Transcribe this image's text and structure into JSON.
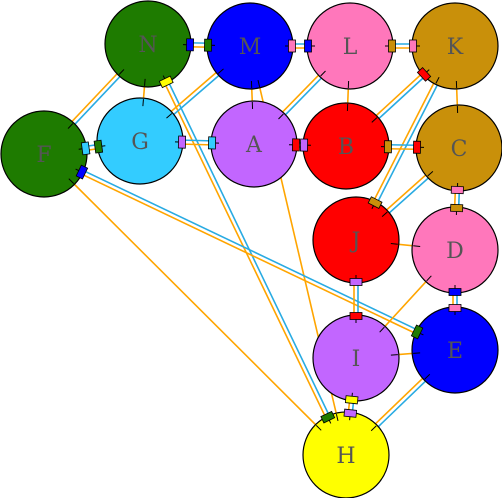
{
  "diagram": {
    "colors": {
      "edge_orange": "#FFA500",
      "edge_blue": "#29ABE2",
      "green": "#1E7B00",
      "blue": "#0000FF",
      "pink": "#FF77BB",
      "gold": "#C9900A",
      "cyan": "#33CCFF",
      "violet": "#C266FF",
      "red": "#FF0000",
      "yellow": "#FFFF00"
    },
    "nodes": [
      {
        "id": "N",
        "label": "N",
        "color": "green"
      },
      {
        "id": "M",
        "label": "M",
        "color": "blue"
      },
      {
        "id": "L",
        "label": "L",
        "color": "pink"
      },
      {
        "id": "K",
        "label": "K",
        "color": "gold"
      },
      {
        "id": "F",
        "label": "F",
        "color": "green"
      },
      {
        "id": "G",
        "label": "G",
        "color": "cyan"
      },
      {
        "id": "A",
        "label": "A",
        "color": "violet"
      },
      {
        "id": "B",
        "label": "B",
        "color": "red"
      },
      {
        "id": "C",
        "label": "C",
        "color": "gold"
      },
      {
        "id": "J",
        "label": "J",
        "color": "red"
      },
      {
        "id": "D",
        "label": "D",
        "color": "pink"
      },
      {
        "id": "I",
        "label": "I",
        "color": "violet"
      },
      {
        "id": "E",
        "label": "E",
        "color": "blue"
      },
      {
        "id": "H",
        "label": "H",
        "color": "yellow"
      }
    ],
    "edges": [
      {
        "from": "N",
        "to": "M",
        "style": "double"
      },
      {
        "from": "M",
        "to": "L",
        "style": "double"
      },
      {
        "from": "L",
        "to": "K",
        "style": "double"
      },
      {
        "from": "N",
        "to": "F",
        "style": "double"
      },
      {
        "from": "N",
        "to": "G",
        "style": "single"
      },
      {
        "from": "N",
        "to": "H",
        "style": "double"
      },
      {
        "from": "M",
        "to": "G",
        "style": "double"
      },
      {
        "from": "M",
        "to": "A",
        "style": "single"
      },
      {
        "from": "M",
        "to": "H",
        "style": "single"
      },
      {
        "from": "L",
        "to": "A",
        "style": "double"
      },
      {
        "from": "L",
        "to": "B",
        "style": "single"
      },
      {
        "from": "K",
        "to": "B",
        "style": "double"
      },
      {
        "from": "K",
        "to": "C",
        "style": "single"
      },
      {
        "from": "K",
        "to": "J",
        "style": "double"
      },
      {
        "from": "F",
        "to": "G",
        "style": "double"
      },
      {
        "from": "F",
        "to": "E",
        "style": "double"
      },
      {
        "from": "F",
        "to": "H",
        "style": "single"
      },
      {
        "from": "G",
        "to": "A",
        "style": "double"
      },
      {
        "from": "A",
        "to": "B",
        "style": "double"
      },
      {
        "from": "B",
        "to": "C",
        "style": "double"
      },
      {
        "from": "C",
        "to": "J",
        "style": "double"
      },
      {
        "from": "C",
        "to": "D",
        "style": "double"
      },
      {
        "from": "J",
        "to": "D",
        "style": "single"
      },
      {
        "from": "J",
        "to": "I",
        "style": "double"
      },
      {
        "from": "D",
        "to": "I",
        "style": "single"
      },
      {
        "from": "D",
        "to": "E",
        "style": "double"
      },
      {
        "from": "I",
        "to": "E",
        "style": "single"
      },
      {
        "from": "I",
        "to": "H",
        "style": "double"
      },
      {
        "from": "E",
        "to": "H",
        "style": "double"
      }
    ],
    "ports": [
      {
        "node": "N",
        "toward": "M",
        "color": "blue"
      },
      {
        "node": "M",
        "toward": "N",
        "color": "green"
      },
      {
        "node": "M",
        "toward": "L",
        "color": "pink"
      },
      {
        "node": "L",
        "toward": "M",
        "color": "blue"
      },
      {
        "node": "L",
        "toward": "K",
        "color": "gold"
      },
      {
        "node": "K",
        "toward": "L",
        "color": "pink"
      },
      {
        "node": "N",
        "toward": "H",
        "color": "yellow"
      },
      {
        "node": "K",
        "toward": "B",
        "color": "red"
      },
      {
        "node": "F",
        "toward": "G",
        "color": "cyan"
      },
      {
        "node": "G",
        "toward": "F",
        "color": "green"
      },
      {
        "node": "F",
        "toward": "E",
        "color": "blue"
      },
      {
        "node": "G",
        "toward": "A",
        "color": "violet"
      },
      {
        "node": "A",
        "toward": "G",
        "color": "cyan"
      },
      {
        "node": "A",
        "toward": "B",
        "color": "red"
      },
      {
        "node": "B",
        "toward": "A",
        "color": "violet"
      },
      {
        "node": "B",
        "toward": "C",
        "color": "gold"
      },
      {
        "node": "C",
        "toward": "B",
        "color": "red"
      },
      {
        "node": "C",
        "toward": "D",
        "color": "pink"
      },
      {
        "node": "D",
        "toward": "C",
        "color": "gold"
      },
      {
        "node": "J",
        "toward": "K",
        "color": "gold"
      },
      {
        "node": "J",
        "toward": "I",
        "color": "violet"
      },
      {
        "node": "I",
        "toward": "J",
        "color": "red"
      },
      {
        "node": "D",
        "toward": "E",
        "color": "blue"
      },
      {
        "node": "E",
        "toward": "D",
        "color": "pink"
      },
      {
        "node": "E",
        "toward": "F",
        "color": "green"
      },
      {
        "node": "I",
        "toward": "H",
        "color": "yellow"
      },
      {
        "node": "H",
        "toward": "I",
        "color": "violet"
      },
      {
        "node": "H",
        "toward": "N",
        "color": "green"
      }
    ]
  }
}
